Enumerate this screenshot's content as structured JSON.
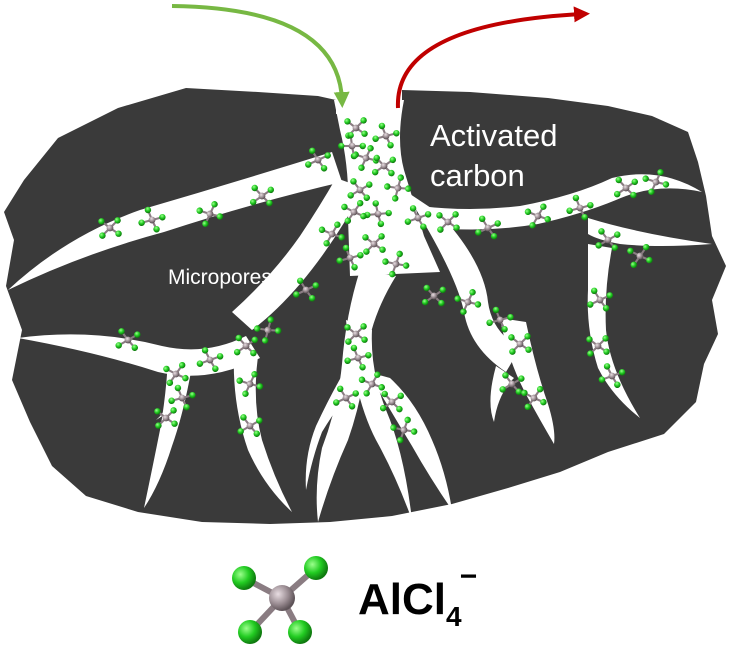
{
  "labels": {
    "material_line1": "Activated",
    "material_line2": "carbon",
    "pores": "Micropores"
  },
  "legend": {
    "formula_main": "AlCl",
    "formula_sub": "4",
    "formula_charge": "−"
  },
  "colors": {
    "carbon": "#3a3a3a",
    "pore": "#ffffff",
    "chlorine": "#22cc22",
    "aluminum": "#9a8c92",
    "inflow_arrow": "#77b843",
    "outflow_arrow": "#c00000"
  },
  "icons": {
    "inflow": "arrow-down-icon",
    "outflow": "arrow-right-icon",
    "molecule": "alcl4-molecule-icon"
  }
}
